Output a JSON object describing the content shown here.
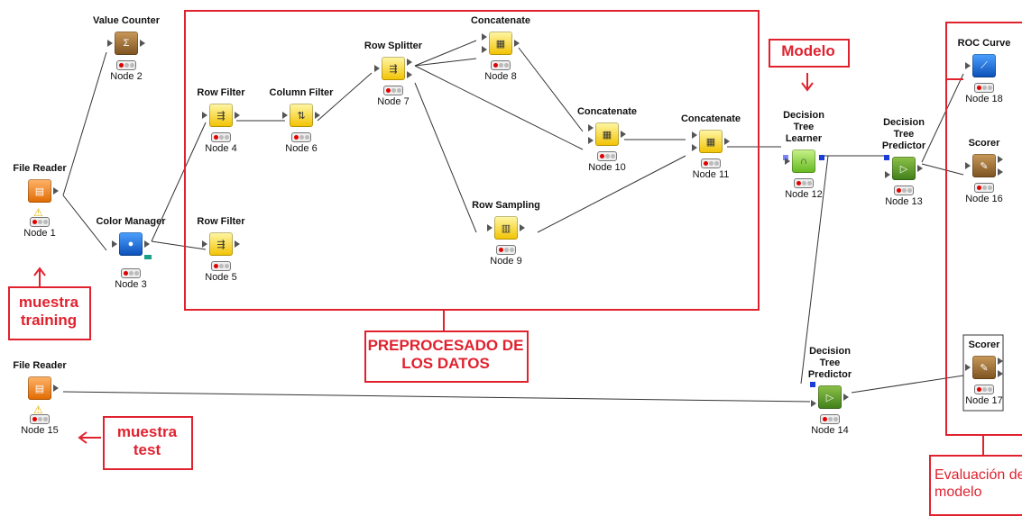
{
  "nodes": {
    "n1": {
      "title": "File Reader",
      "label": "Node 1"
    },
    "n2": {
      "title": "Value Counter",
      "label": "Node 2"
    },
    "n3": {
      "title": "Color Manager",
      "label": "Node 3"
    },
    "n4": {
      "title": "Row Filter",
      "label": "Node 4"
    },
    "n5": {
      "title": "Row Filter",
      "label": "Node 5"
    },
    "n6": {
      "title": "Column Filter",
      "label": "Node 6"
    },
    "n7": {
      "title": "Row Splitter",
      "label": "Node 7"
    },
    "n8": {
      "title": "Concatenate",
      "label": "Node 8"
    },
    "n9": {
      "title": "Row Sampling",
      "label": "Node 9"
    },
    "n10": {
      "title": "Concatenate",
      "label": "Node 10"
    },
    "n11": {
      "title": "Concatenate",
      "label": "Node 11"
    },
    "n12": {
      "title": "Decision Tree Learner",
      "label": "Node 12"
    },
    "n13": {
      "title": "Decision Tree Predictor",
      "label": "Node 13"
    },
    "n14": {
      "title": "Decision Tree Predictor",
      "label": "Node 14"
    },
    "n15": {
      "title": "File Reader",
      "label": "Node 15"
    },
    "n16": {
      "title": "Scorer",
      "label": "Node 16"
    },
    "n17": {
      "title": "Scorer",
      "label": "Node 17"
    },
    "n18": {
      "title": "ROC Curve",
      "label": "Node 18"
    }
  },
  "annotations": {
    "preprocesado": "PREPROCESADO DE LOS DATOS",
    "modelo": "Modelo",
    "muestra_training": "muestra training",
    "muestra_test": "muestra test",
    "evaluacion": "Evaluación del modelo"
  },
  "colors": {
    "annotation_red": "#e0222f",
    "status_red": "#e00000"
  }
}
